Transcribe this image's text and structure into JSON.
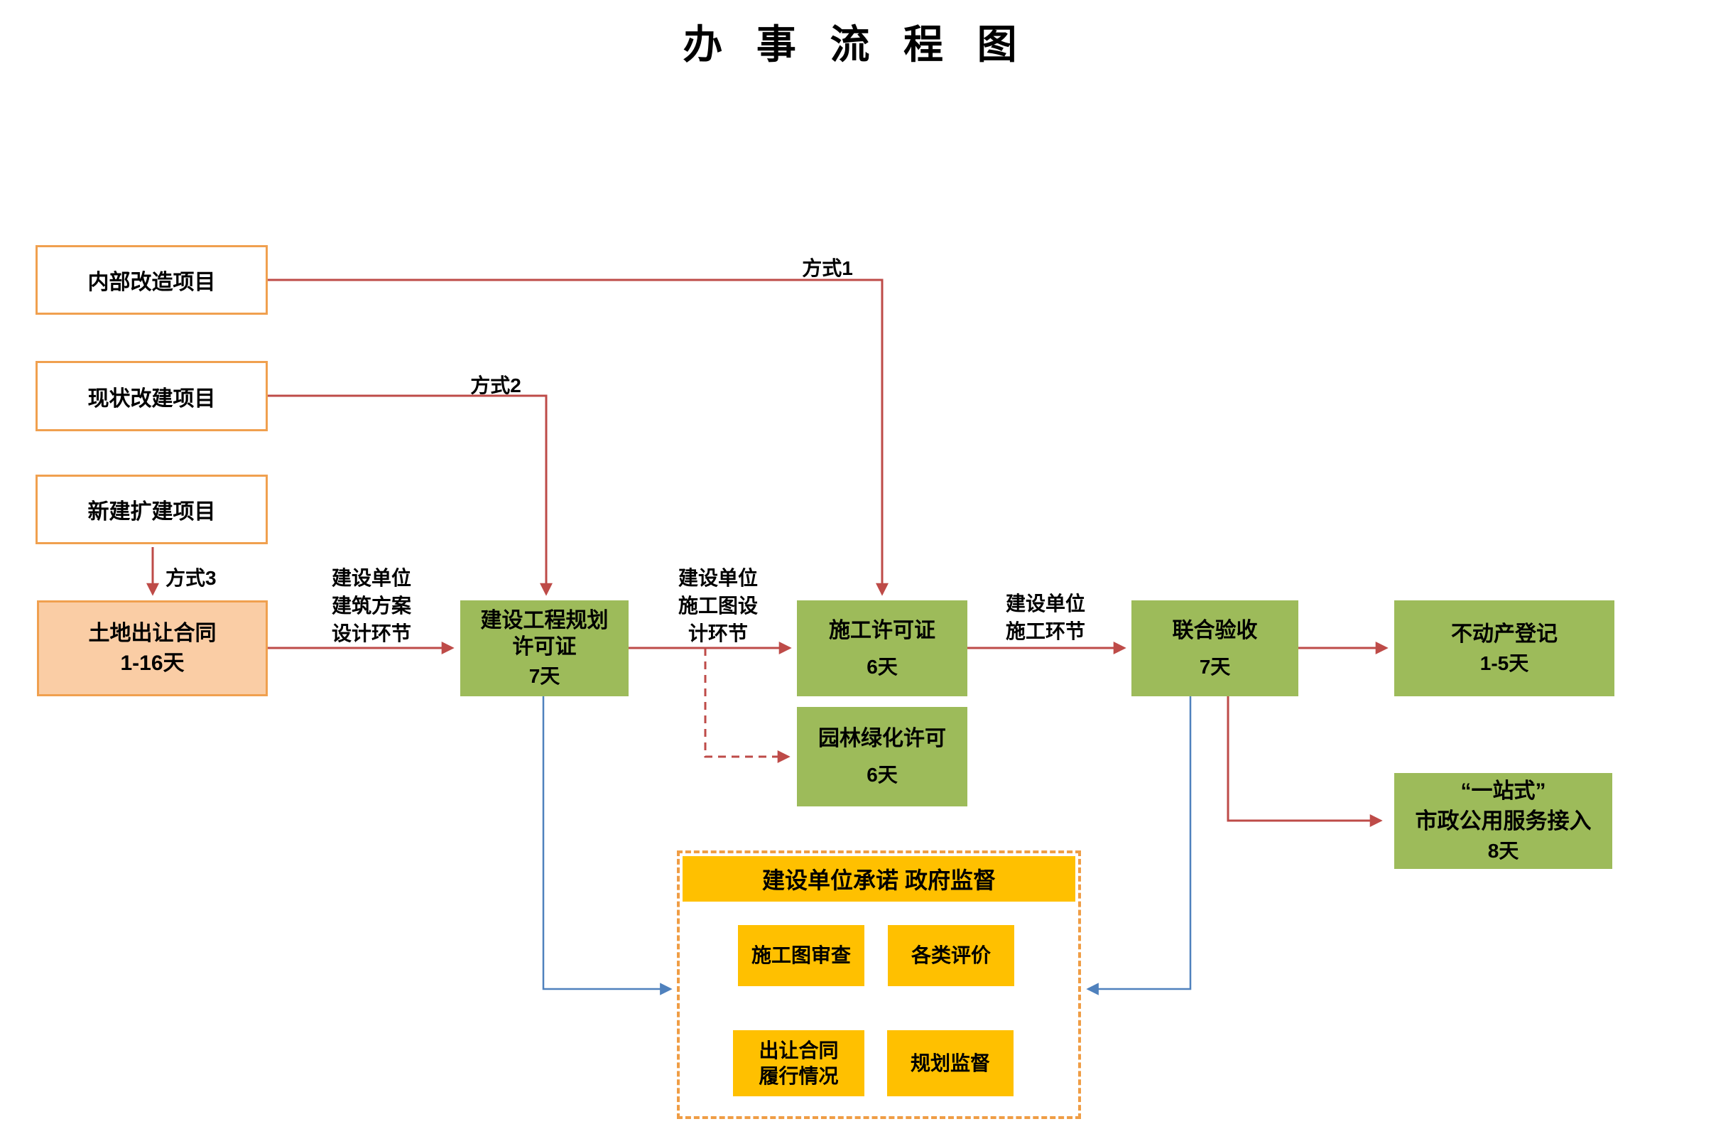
{
  "title": "办 事 流 程 图",
  "colors": {
    "green": "#9DBB5A",
    "red": "#BE4B48",
    "blue": "#4F81BD",
    "border_orange": "#F0A04F",
    "land_fill": "#FACDA5",
    "yellow": "#FFC000",
    "dashed_orange": "#EF9D45",
    "text": "#000000"
  },
  "nodes": {
    "internal_renovation": {
      "label": "内部改造项目"
    },
    "status_rebuild": {
      "label": "现状改建项目"
    },
    "new_expansion": {
      "label": "新建扩建项目"
    },
    "land_contract": {
      "label": "土地出让合同",
      "duration": "1-16天"
    },
    "planning_permit": {
      "line1": "建设工程规划",
      "line2": "许可证",
      "duration": "7天"
    },
    "construction_permit": {
      "label": "施工许可证",
      "duration": "6天"
    },
    "landscaping_permit": {
      "label": "园林绿化许可",
      "duration": "6天"
    },
    "joint_acceptance": {
      "label": "联合验收",
      "duration": "7天"
    },
    "property_registration": {
      "label": "不动产登记",
      "duration": "1-5天"
    },
    "one_stop": {
      "line1": "“一站式”",
      "line2": "市政公用服务接入",
      "duration": "8天"
    }
  },
  "edge_labels": {
    "way1": "方式1",
    "way2": "方式2",
    "way3": "方式3",
    "design_phase": {
      "line1": "建设单位",
      "line2": "建筑方案",
      "line3": "设计环节"
    },
    "drawing_phase": {
      "line1": "建设单位",
      "line2": "施工图设",
      "line3": "计环节"
    },
    "construction_phase": {
      "line1": "建设单位",
      "line2": "施工环节"
    }
  },
  "supervision": {
    "header": "建设单位承诺 政府监督",
    "items": [
      {
        "line1": "施工图审查"
      },
      {
        "line1": "各类评价"
      },
      {
        "line1": "出让合同",
        "line2": "履行情况"
      },
      {
        "line1": "规划监督"
      }
    ]
  }
}
